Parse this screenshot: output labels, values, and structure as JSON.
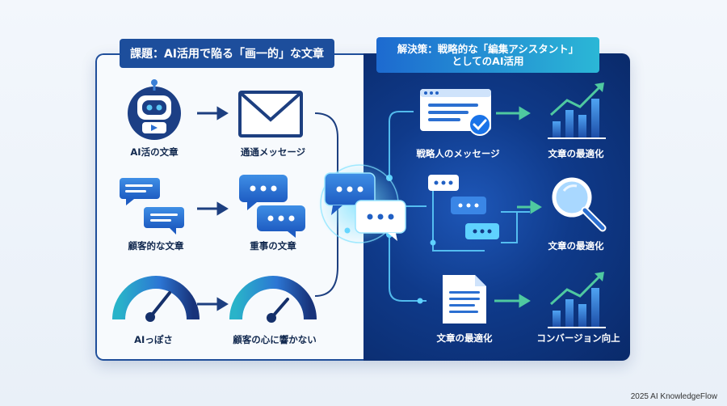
{
  "left_title": "課題：AI活用で陥る「画一的」な文章",
  "right_title_line1": "解決策：戦略的な「編集アシスタント」",
  "right_title_line2": "としてのAI活用",
  "left_labels": [
    "AI活の文章",
    "通通メッセージ",
    "顧客的な文章",
    "重事の文章",
    "AIっぽさ",
    "顧客の心に響かない"
  ],
  "right_labels": [
    "戦略人のメッセージ",
    "文章の最適化",
    "文章の最適化",
    "文章の最適化",
    "コンバージョン向上"
  ],
  "footer": "2025 AI KnowledgeFlow",
  "colors": {
    "navy": "#1d4e9c",
    "accent_cyan": "#2bb7d6",
    "green": "#4fc9a0",
    "dark_bg": "#0f3a8a"
  }
}
